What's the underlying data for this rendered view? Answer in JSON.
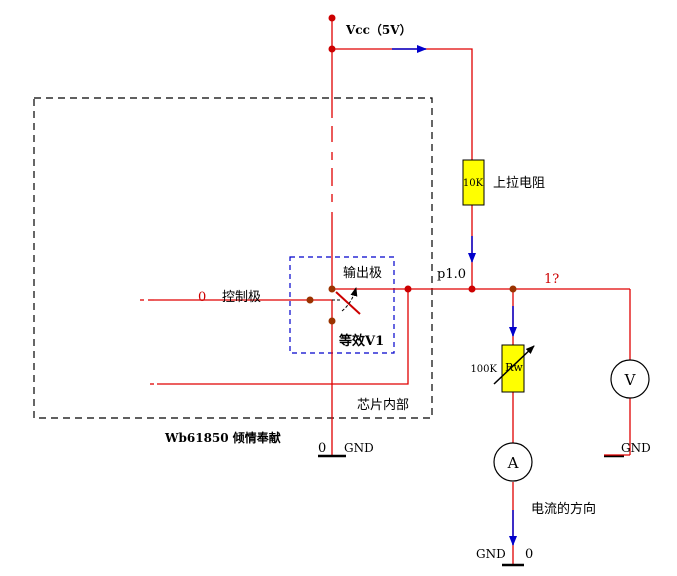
{
  "labels": {
    "vcc": "Vcc（5V）",
    "pullup_res_value": "10K",
    "pullup_res_name": "上拉电阻",
    "output_pole": "输出极",
    "control_pole": "控制极",
    "control_value": "0",
    "equiv": "等效V1",
    "port": "p1.0",
    "port_value": "1?",
    "chip_inside": "芯片内部",
    "author": "Wb61850 倾情奉献",
    "gnd": "GND",
    "gnd_value": "0",
    "rw_value": "100K",
    "rw_name": "Rw",
    "ammeter": "A",
    "voltmeter": "V",
    "current_dir": "电流的方向"
  },
  "colors": {
    "wire": "#e00000",
    "node": "#cc0000",
    "arrow": "#0000cc",
    "resistor_fill": "#ffff00",
    "chip_border": "#000000",
    "switch_border": "#0000cc",
    "switch_node": "#993300"
  }
}
